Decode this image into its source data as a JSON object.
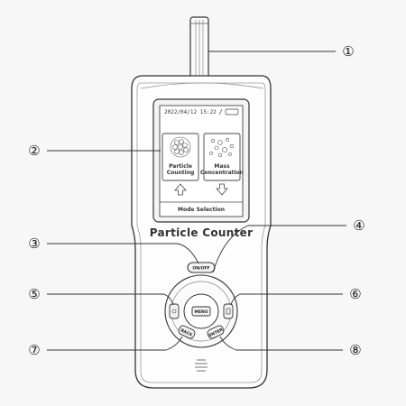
{
  "device": {
    "name": "Particle Counter",
    "status_bar": {
      "datetime": "2022/04/12  15:22"
    },
    "screen": {
      "option_left": {
        "line1": "Particle",
        "line2": "Counting"
      },
      "option_right": {
        "line1": "Mass",
        "line2": "Concentration"
      },
      "footer": "Mode Selection"
    },
    "buttons": {
      "top": "ON/OFF",
      "center": "MENU",
      "left": "",
      "right": "",
      "bottom_left": "BACK",
      "bottom_right": "ENTER"
    }
  },
  "callouts": [
    {
      "number": "①"
    },
    {
      "number": "②"
    },
    {
      "number": "③"
    },
    {
      "number": "④"
    },
    {
      "number": "⑤"
    },
    {
      "number": "⑥"
    },
    {
      "number": "⑦"
    },
    {
      "number": "⑧"
    }
  ]
}
